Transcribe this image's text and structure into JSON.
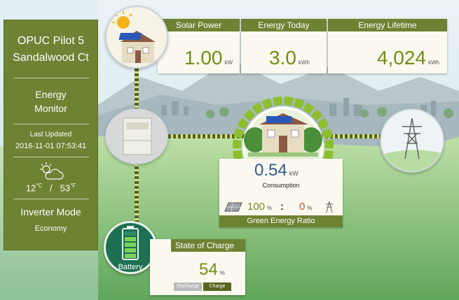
{
  "sidebar": {
    "site_line1": "OPUC Pilot 5",
    "site_line2": "Sandalwood Ct",
    "title_line1": "Energy",
    "title_line2": "Monitor",
    "last_updated_label": "Last Updated",
    "last_updated_value": "2016-11-01 07:53:41",
    "weather_icon": "partly-cloudy-icon",
    "temp_c": "12",
    "temp_c_unit": "°C",
    "temp_sep": "/",
    "temp_f": "53",
    "temp_f_unit": "°F",
    "inverter_mode_label": "Inverter Mode",
    "inverter_mode_value": "Economy"
  },
  "cards": {
    "solar_power": {
      "label": "Solar Power",
      "value": "1.00",
      "unit": "kW"
    },
    "energy_today": {
      "label": "Energy Today",
      "value": "3.0",
      "unit": "kWh"
    },
    "energy_lifetime": {
      "label": "Energy Lifetime",
      "value": "4,024",
      "unit": "kWh"
    }
  },
  "consumption": {
    "value": "0.54",
    "unit": "kW",
    "label": "Consumption",
    "green_pct": "100",
    "green_unit": "%",
    "ratio_sep": ":",
    "grid_pct": "0",
    "grid_unit": "%",
    "footer": "Green Energy Ratio",
    "gauge_fraction": 1.0
  },
  "state_of_charge": {
    "label": "State of Charge",
    "value": "54",
    "unit": "%",
    "discharge_label": "Discharge",
    "charge_label": "Charge",
    "active": "charge"
  },
  "battery": {
    "label": "Battery",
    "level_bars_lit": 4,
    "level_bars_total": 5
  },
  "colors": {
    "accent": "#6e8233",
    "value_green": "#6e8f15",
    "consumption_blue": "#2f5a8a",
    "grid_red": "#d9472b",
    "battery_teal": "#1d7152"
  }
}
